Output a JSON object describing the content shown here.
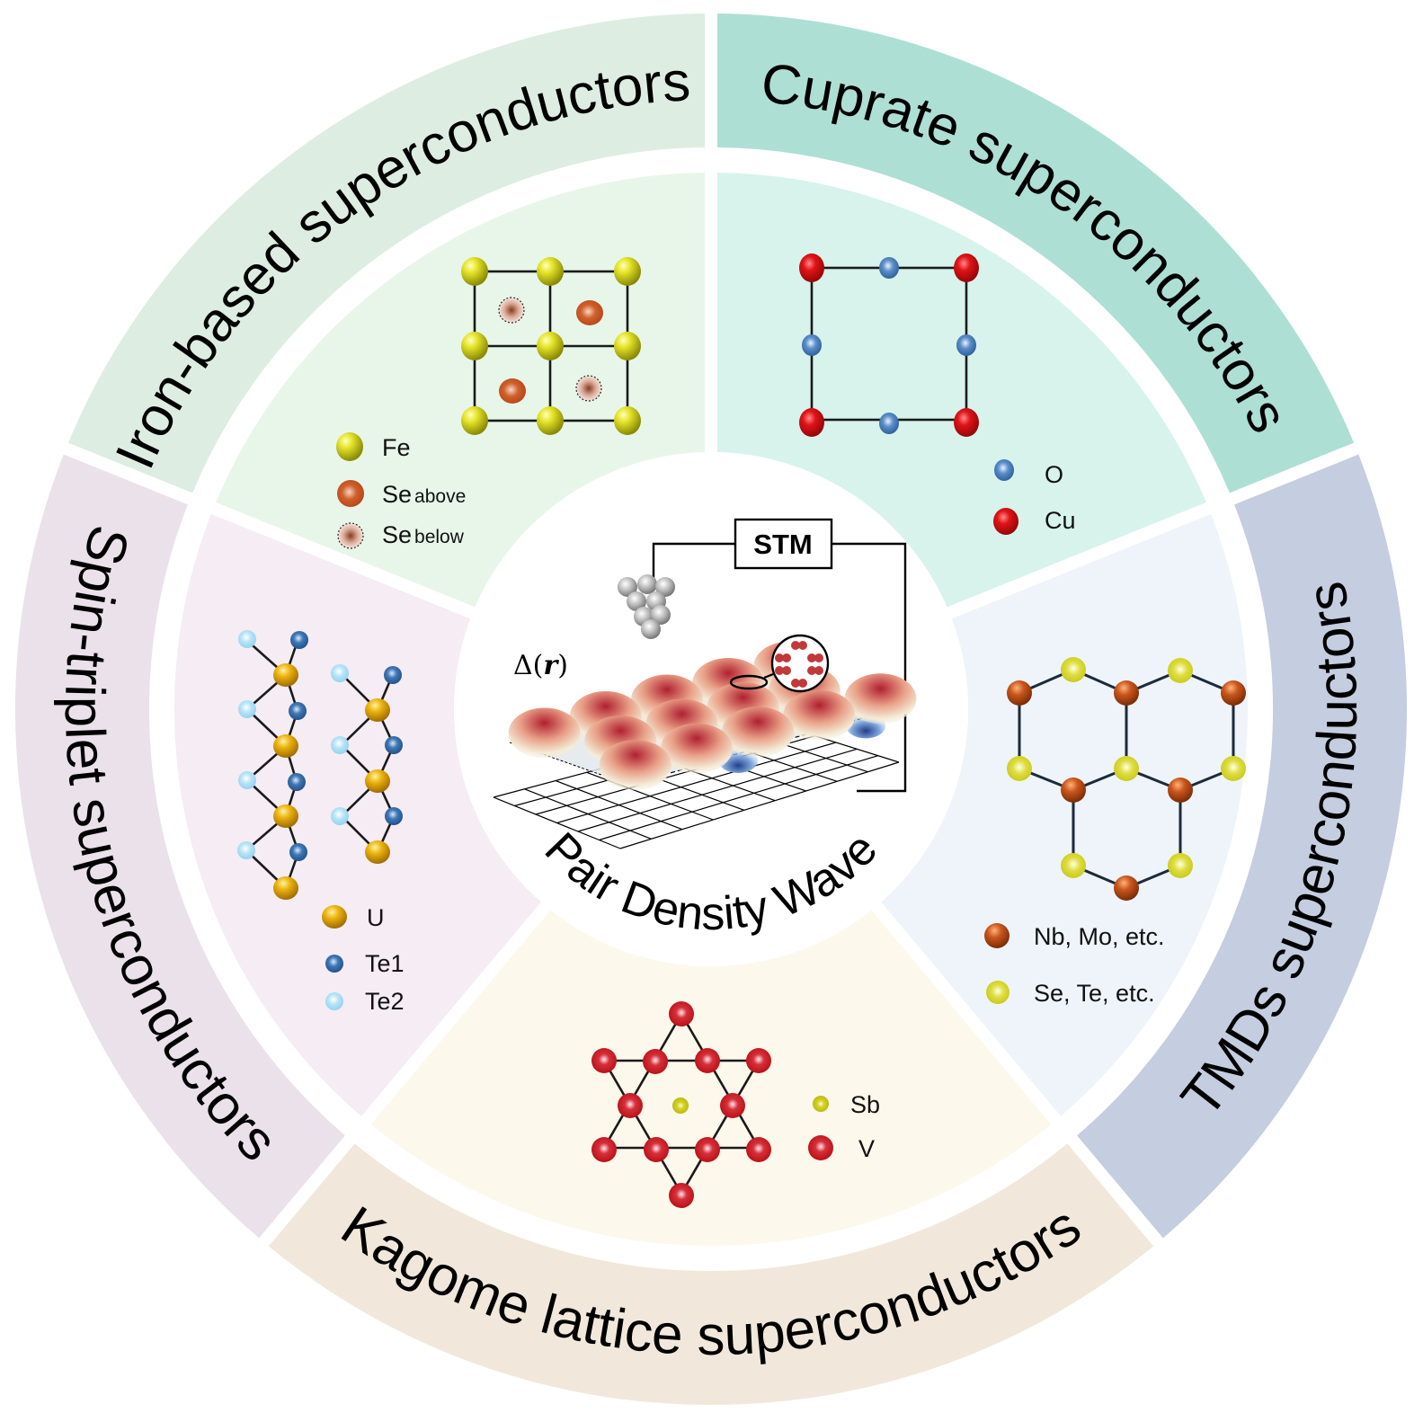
{
  "figure": {
    "center_title": "Pair Density Wave",
    "stm_label": "STM",
    "order_parameter_label": "Δ(r)",
    "center_elements": {
      "stm_tip": "stm-tip-icon",
      "pdw_surface": "pair-density-wave-surface",
      "cooper_pair_inset": "cooper-pair-inset-icon"
    }
  },
  "colors": {
    "iron_outer": "#deede2",
    "iron_inner": "#e8f6e9",
    "cuprate_outer": "#aedfd5",
    "cuprate_inner": "#d7f3ec",
    "tmd_outer": "#c5cde0",
    "tmd_inner": "#eef4f9",
    "kagome_outer": "#f1e8db",
    "kagome_inner": "#fcf8ec",
    "triplet_outer": "#ebe1ea",
    "triplet_inner": "#f5ecf4",
    "fe": "#d9d81a",
    "se_above": "#c9501d",
    "se_below": "#a4553c",
    "cu": "#d10f12",
    "o": "#3f79b8",
    "nb": "#c5541a",
    "se_tmd": "#d7d523",
    "v": "#cc1418",
    "sb": "#cfcd16",
    "u": "#e2ad0b",
    "te1": "#346aa6",
    "te2": "#9fd9f3"
  },
  "sectors": [
    {
      "id": "iron",
      "title": "Iron-based superconductors",
      "legend": [
        {
          "symbol": "fe-atom-icon",
          "label": "Fe",
          "sub": ""
        },
        {
          "symbol": "se-above-atom-icon",
          "label": "Se",
          "sub": "above"
        },
        {
          "symbol": "se-below-atom-icon",
          "label": "Se",
          "sub": "below"
        }
      ]
    },
    {
      "id": "cuprate",
      "title": "Cuprate superconductors",
      "legend": [
        {
          "symbol": "o-atom-icon",
          "label": "O"
        },
        {
          "symbol": "cu-atom-icon",
          "label": "Cu"
        }
      ]
    },
    {
      "id": "tmd",
      "title": "TMDs superconductors",
      "legend": [
        {
          "symbol": "metal-atom-icon",
          "label": "Nb, Mo, etc."
        },
        {
          "symbol": "chalcogen-atom-icon",
          "label": "Se, Te, etc."
        }
      ]
    },
    {
      "id": "kagome",
      "title": "Kagome lattice superconductors",
      "legend": [
        {
          "symbol": "sb-atom-icon",
          "label": "Sb"
        },
        {
          "symbol": "v-atom-icon",
          "label": "V"
        }
      ]
    },
    {
      "id": "triplet",
      "title": "Spin-triplet superconductors",
      "legend": [
        {
          "symbol": "u-atom-icon",
          "label": "U"
        },
        {
          "symbol": "te1-atom-icon",
          "label": "Te1"
        },
        {
          "symbol": "te2-atom-icon",
          "label": "Te2"
        }
      ]
    }
  ]
}
